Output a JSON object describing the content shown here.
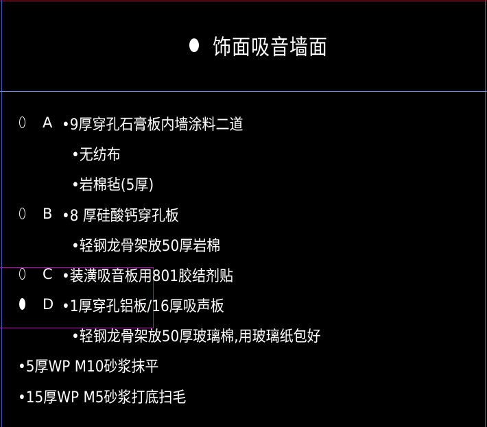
{
  "title": "饰面吸音墙面",
  "groups": [
    {
      "letter": "A",
      "items": [
        "•9厚穿孔石膏板内墙涂料二道",
        "•无纺布",
        "•岩棉毡(5厚)"
      ]
    },
    {
      "letter": "B",
      "items": [
        "•8  厚硅酸钙穿孔板",
        "•轻钢龙骨架放50厚岩棉"
      ]
    },
    {
      "letter": "C",
      "items": [
        "•装潢吸音板用801胶结剂贴"
      ]
    },
    {
      "letter": "D",
      "items": [
        "•1厚穿孔铝板/16厚吸声板",
        "•轻钢龙骨架放50厚玻璃棉,用玻璃纸包好"
      ]
    }
  ],
  "base_layers": [
    "•5厚WP  M10砂浆抹平",
    "•15厚WP  M5砂浆打底扫毛"
  ],
  "selected_option": "D",
  "colors": {
    "background": "#000000",
    "text": "#ffffff",
    "divider": "#6a8ae8",
    "frame_top": "#c0004a",
    "frame_side": "#3a5fd0",
    "highlight_box": "#c000c0"
  }
}
